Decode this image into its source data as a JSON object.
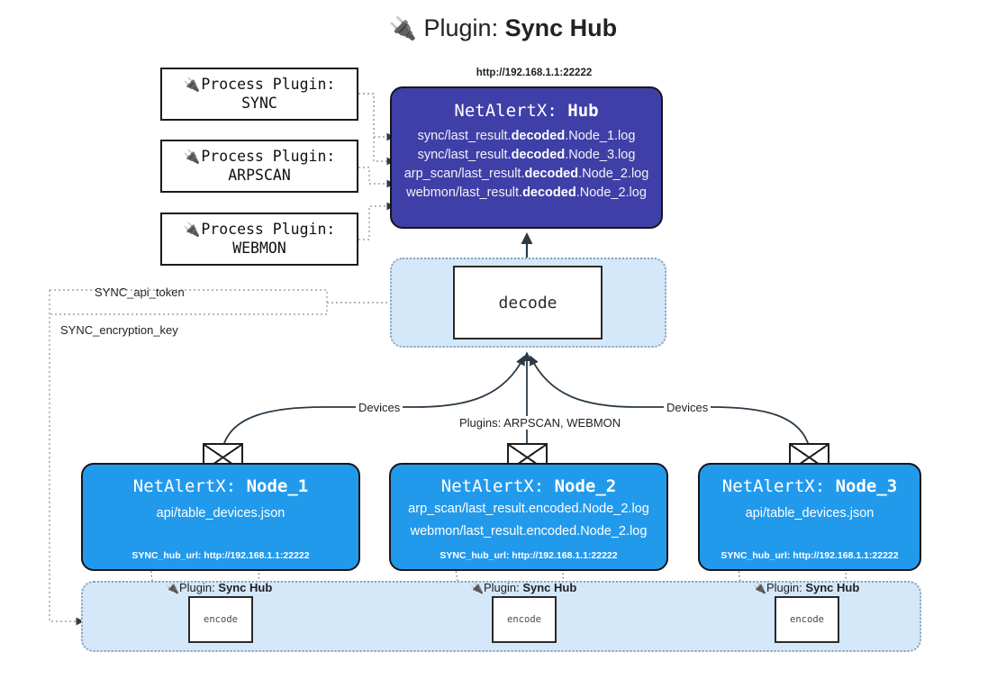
{
  "title": {
    "icon": "plug-icon",
    "prefix": "Plugin:",
    "name": "Sync Hub"
  },
  "process_plugins": [
    {
      "icon": "plug-icon",
      "label": "Process Plugin:",
      "name": "SYNC"
    },
    {
      "icon": "plug-icon",
      "label": "Process Plugin:",
      "name": "ARPSCAN"
    },
    {
      "icon": "plug-icon",
      "label": "Process Plugin:",
      "name": "WEBMON"
    }
  ],
  "hub": {
    "url": "http://192.168.1.1:22222",
    "title_prefix": "NetAlertX:",
    "title_name": "Hub",
    "logs": [
      {
        "pre": "sync/last_result.",
        "mid": "decoded",
        "post": ".Node_1.log"
      },
      {
        "pre": "sync/last_result.",
        "mid": "decoded",
        "post": ".Node_3.log"
      },
      {
        "pre": "arp_scan/last_result.",
        "mid": "decoded",
        "post": ".Node_2.log"
      },
      {
        "pre": "webmon/last_result.",
        "mid": "decoded",
        "post": ".Node_2.log"
      }
    ],
    "bg_color": "#3f3fa8"
  },
  "decode": {
    "label": "decode"
  },
  "settings_edges": [
    {
      "label": "SYNC_api_token"
    },
    {
      "label": "SYNC_encryption_key"
    }
  ],
  "flow_labels": {
    "devices_left": "Devices",
    "devices_right": "Devices",
    "plugins_center": "Plugins: ARPSCAN, WEBMON"
  },
  "nodes": [
    {
      "title_prefix": "NetAlertX:",
      "title_name": "Node_1",
      "lines": [
        "api/table_devices.json"
      ],
      "footer": "SYNC_hub_url: http://192.168.1.1:22222",
      "bg_color": "#229aec"
    },
    {
      "title_prefix": "NetAlertX:",
      "title_name": "Node_2",
      "lines": [
        "arp_scan/last_result.encoded.Node_2.log",
        "webmon/last_result.encoded.Node_2.log"
      ],
      "footer": "SYNC_hub_url: http://192.168.1.1:22222",
      "bg_color": "#229aec"
    },
    {
      "title_prefix": "NetAlertX:",
      "title_name": "Node_3",
      "lines": [
        "api/table_devices.json"
      ],
      "footer": "SYNC_hub_url: http://192.168.1.1:22222",
      "bg_color": "#229aec"
    }
  ],
  "encoders": [
    {
      "icon": "plug-icon",
      "label_prefix": "Plugin:",
      "label_name": "Sync Hub",
      "box_label": "encode"
    },
    {
      "icon": "plug-icon",
      "label_prefix": "Plugin:",
      "label_name": "Sync Hub",
      "box_label": "encode"
    },
    {
      "icon": "plug-icon",
      "label_prefix": "Plugin:",
      "label_name": "Sync Hub",
      "box_label": "encode"
    }
  ]
}
